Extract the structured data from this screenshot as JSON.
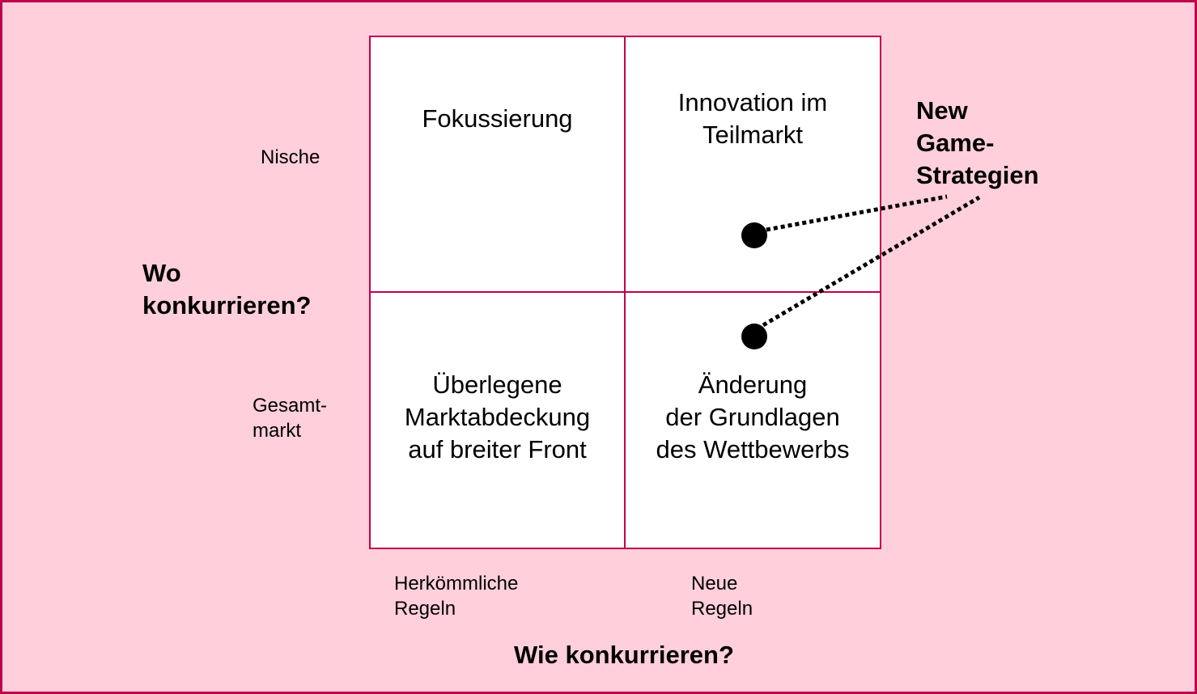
{
  "matrix": {
    "top_left": "Fokussierung",
    "top_right": "Innovation im\nTeilmarkt",
    "bottom_left": "Überlegene\nMarktabdeckung\nauf breiter Front",
    "bottom_right": "Änderung\nder Grundlagen\ndes Wettbewerbs"
  },
  "y_axis": {
    "title": "Wo\nkonkurrieren?",
    "top_label": "Nische",
    "bottom_label": "Gesamt-\nmarkt"
  },
  "x_axis": {
    "title": "Wie konkurrieren?",
    "left_label": "Herkömmliche\nRegeln",
    "right_label": "Neue\nRegeln"
  },
  "callout": {
    "label": "New\nGame-\nStrategien"
  },
  "colors": {
    "background": "#ffcfdc",
    "border": "#c0004d",
    "cell": "#ffffff",
    "marker": "#000000"
  }
}
